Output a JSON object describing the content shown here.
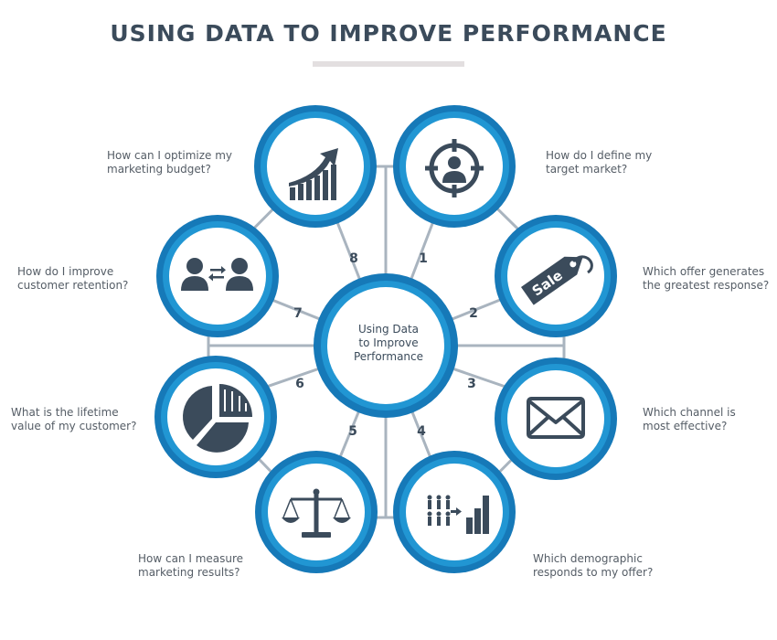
{
  "title": "USING DATA TO IMPROVE PERFORMANCE",
  "center": {
    "label": "Using Data\nto Improve\nPerformance"
  },
  "colors": {
    "title": "#3b4b5b",
    "ring_outer": "#1679b8",
    "ring_inner": "#2196d3",
    "connector": "#a9b4bf",
    "icon": "#3b4b5b",
    "question_text": "#555d66"
  },
  "nodes": [
    {
      "number": "1",
      "question": "How do I define my\ntarget market?",
      "icon": "target-person-icon"
    },
    {
      "number": "2",
      "question": "Which offer generates\nthe greatest response?",
      "icon": "sale-tag-icon"
    },
    {
      "number": "3",
      "question": "Which channel is\nmost effective?",
      "icon": "envelope-icon"
    },
    {
      "number": "4",
      "question": "Which demographic\nresponds to my offer?",
      "icon": "demographic-chart-icon"
    },
    {
      "number": "5",
      "question": "How can I measure\nmarketing results?",
      "icon": "balance-scale-icon"
    },
    {
      "number": "6",
      "question": "What is the lifetime\nvalue of my customer?",
      "icon": "pie-chart-icon"
    },
    {
      "number": "7",
      "question": "How do I improve\ncustomer retention?",
      "icon": "customer-exchange-icon"
    },
    {
      "number": "8",
      "question": "How can I optimize my\nmarketing budget?",
      "icon": "growth-chart-icon"
    }
  ]
}
